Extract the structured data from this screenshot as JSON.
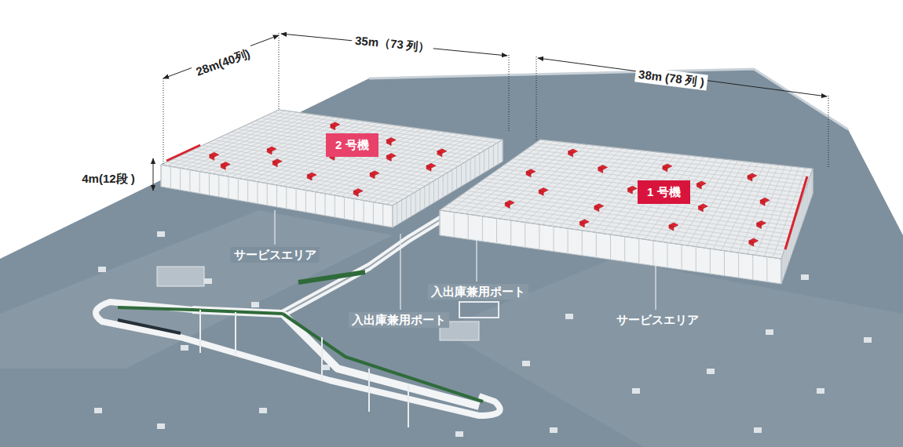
{
  "diagram": {
    "nodes": [
      {
        "text": [
          "2 号機"
        ]
      },
      {
        "text": [
          "1 号機"
        ]
      }
    ],
    "labels": [
      "28m(40列)",
      "35m（73 列）",
      "38m (78 列 )",
      "4m(12段 )",
      "サービスエリア",
      "入出庫兼用ポート",
      "入出庫兼用ポート",
      "サービスエリア"
    ]
  }
}
